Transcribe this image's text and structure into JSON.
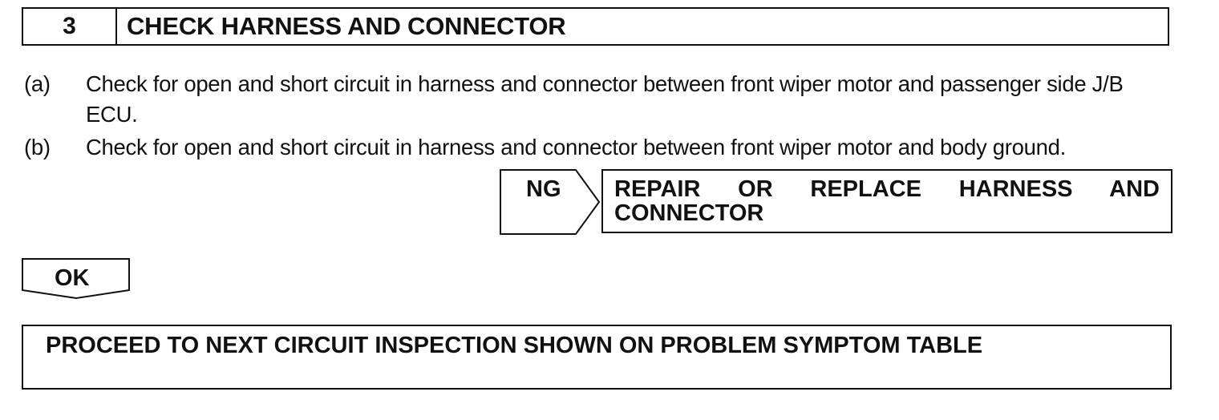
{
  "step": {
    "number": "3",
    "title": "CHECK HARNESS AND CONNECTOR"
  },
  "instructions": [
    {
      "marker": "(a)",
      "text": "Check for open and short circuit in harness and connector between front wiper motor and passenger side J/B ECU."
    },
    {
      "marker": "(b)",
      "text": "Check for open and short circuit in harness and connector between front wiper motor and body ground."
    }
  ],
  "ng_branch": {
    "label": "NG",
    "result": "REPAIR OR REPLACE HARNESS AND CONNECTOR"
  },
  "ok_branch": {
    "label": "OK",
    "result": "PROCEED TO NEXT CIRCUIT INSPECTION SHOWN ON PROBLEM SYMPTOM TABLE"
  }
}
